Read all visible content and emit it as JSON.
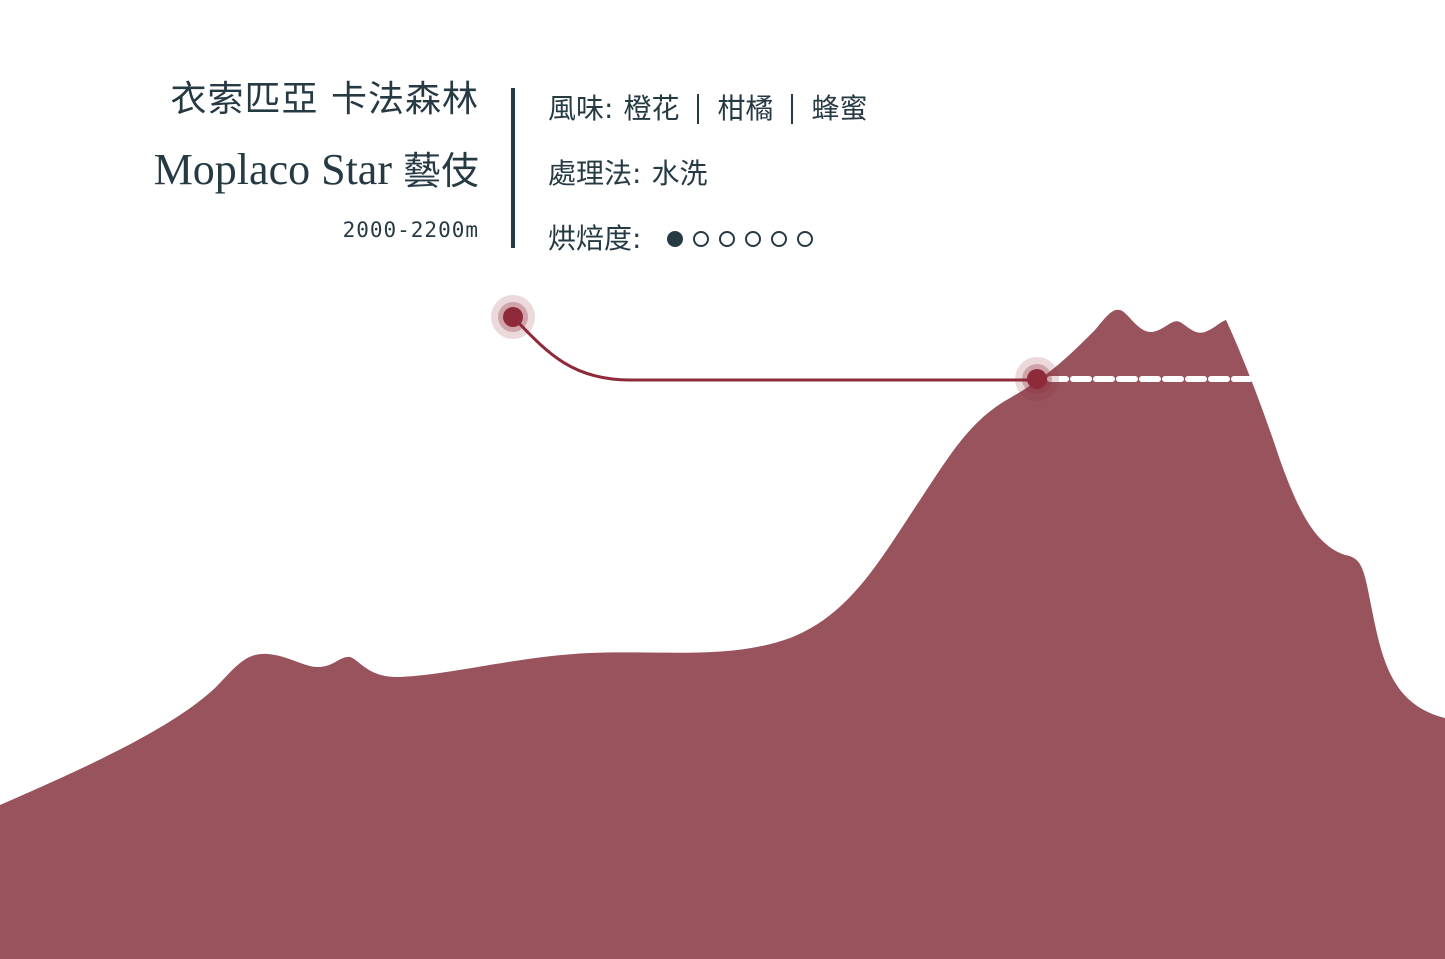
{
  "product": {
    "origin": "衣索匹亞 卡法森林",
    "name_en": "Moplaco Star",
    "name_zh": "藝伎",
    "altitude": "2000-2200m"
  },
  "details": {
    "flavor_label": "風味:",
    "flavor_notes": [
      "橙花",
      "柑橘",
      "蜂蜜"
    ],
    "process_label": "處理法:",
    "process_value": "水洗",
    "roast_label": "烘焙度:",
    "roast_level": 1,
    "roast_max": 6
  },
  "colors": {
    "text": "#263a44",
    "mountain": "#98535d",
    "marker": "#8e2a3a",
    "background": "#ffffff"
  }
}
